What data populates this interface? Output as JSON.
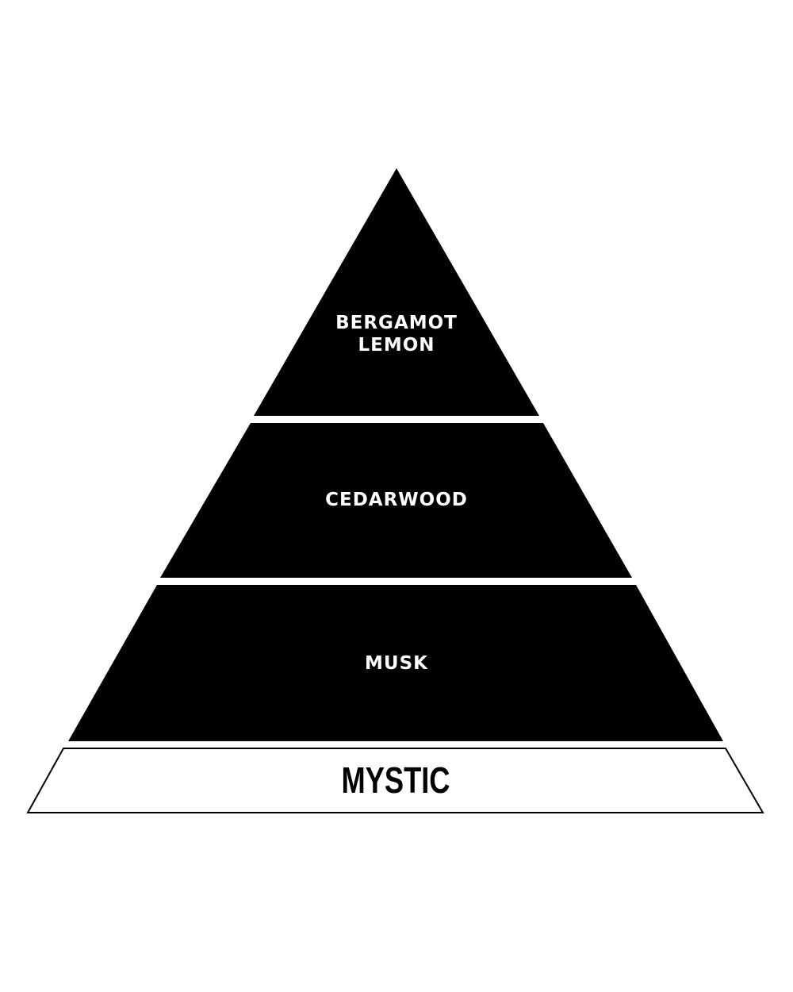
{
  "colors": {
    "tier_fill": "#000000",
    "tier_text": "#ffffff",
    "base_fill": "#ffffff",
    "base_stroke": "#000000",
    "base_text": "#000000"
  },
  "pyramid": {
    "top_tier": {
      "line1": "BERGAMOT",
      "line2": "LEMON"
    },
    "middle_tier": {
      "label": "CEDARWOOD"
    },
    "bottom_tier": {
      "label": "MUSK"
    },
    "base": {
      "label": "MYSTIC"
    }
  }
}
